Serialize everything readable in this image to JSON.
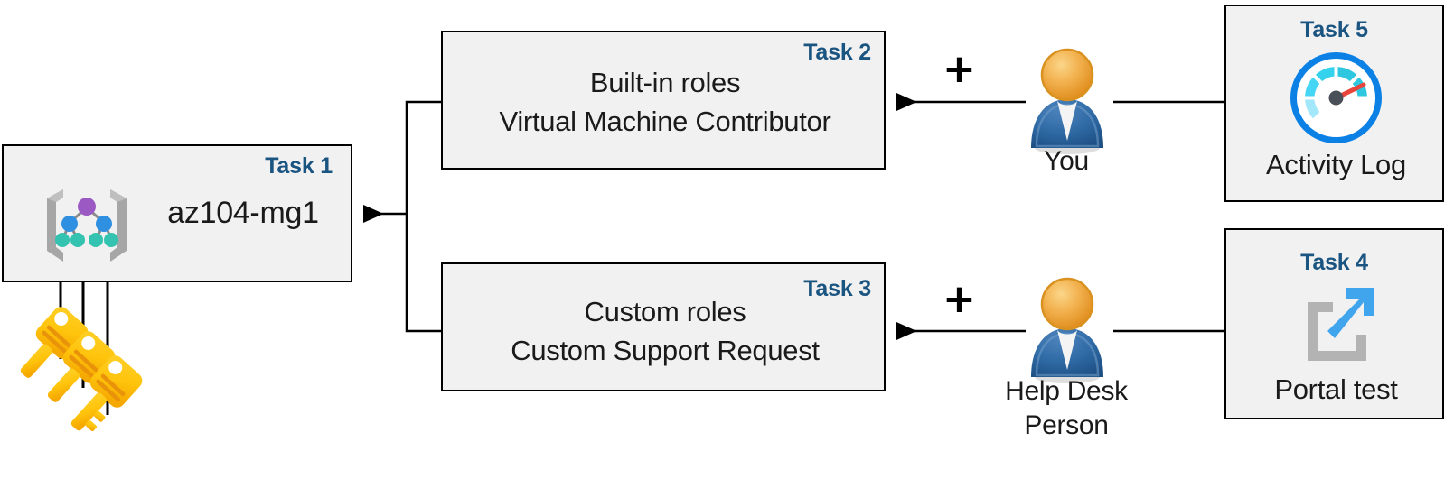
{
  "diagram": {
    "title": "Azure RBAC task diagram",
    "accent_color": "#1a5481",
    "box_fill": "#f1f1f1",
    "box_border": "#000000",
    "text_color": "#1a1a1a"
  },
  "boxes": {
    "task1": {
      "label": "Task 1",
      "text": "az104-mg1",
      "icon": "management-group-icon"
    },
    "task2": {
      "label": "Task 2",
      "line1": "Built-in roles",
      "line2": "Virtual Machine Contributor"
    },
    "task3": {
      "label": "Task 3",
      "line1": "Custom roles",
      "line2": "Custom Support Request"
    },
    "task4": {
      "label": "Task 4",
      "text": "Portal test",
      "icon": "external-link-icon",
      "icon_color": "#41a5ee",
      "icon_frame_color": "#b3b3b3"
    },
    "task5": {
      "label": "Task 5",
      "text": "Activity Log",
      "icon": "gauge-icon",
      "icon_ring_color": "#0b81e5",
      "icon_needle_color": "#e8443a"
    }
  },
  "actors": {
    "you": {
      "label": "You",
      "icon": "person-icon",
      "head_color": "#f0a93c",
      "body_color": "#2b6199"
    },
    "helpdesk": {
      "label_line1": "Help Desk",
      "label_line2": "Person",
      "icon": "person-icon",
      "head_color": "#f0a93c",
      "body_color": "#2b6199"
    }
  },
  "symbols": {
    "plus_top": "+",
    "plus_bottom": "+"
  },
  "keys": {
    "icon": "keys-icon",
    "color": "#ffc20e",
    "count": 3
  }
}
